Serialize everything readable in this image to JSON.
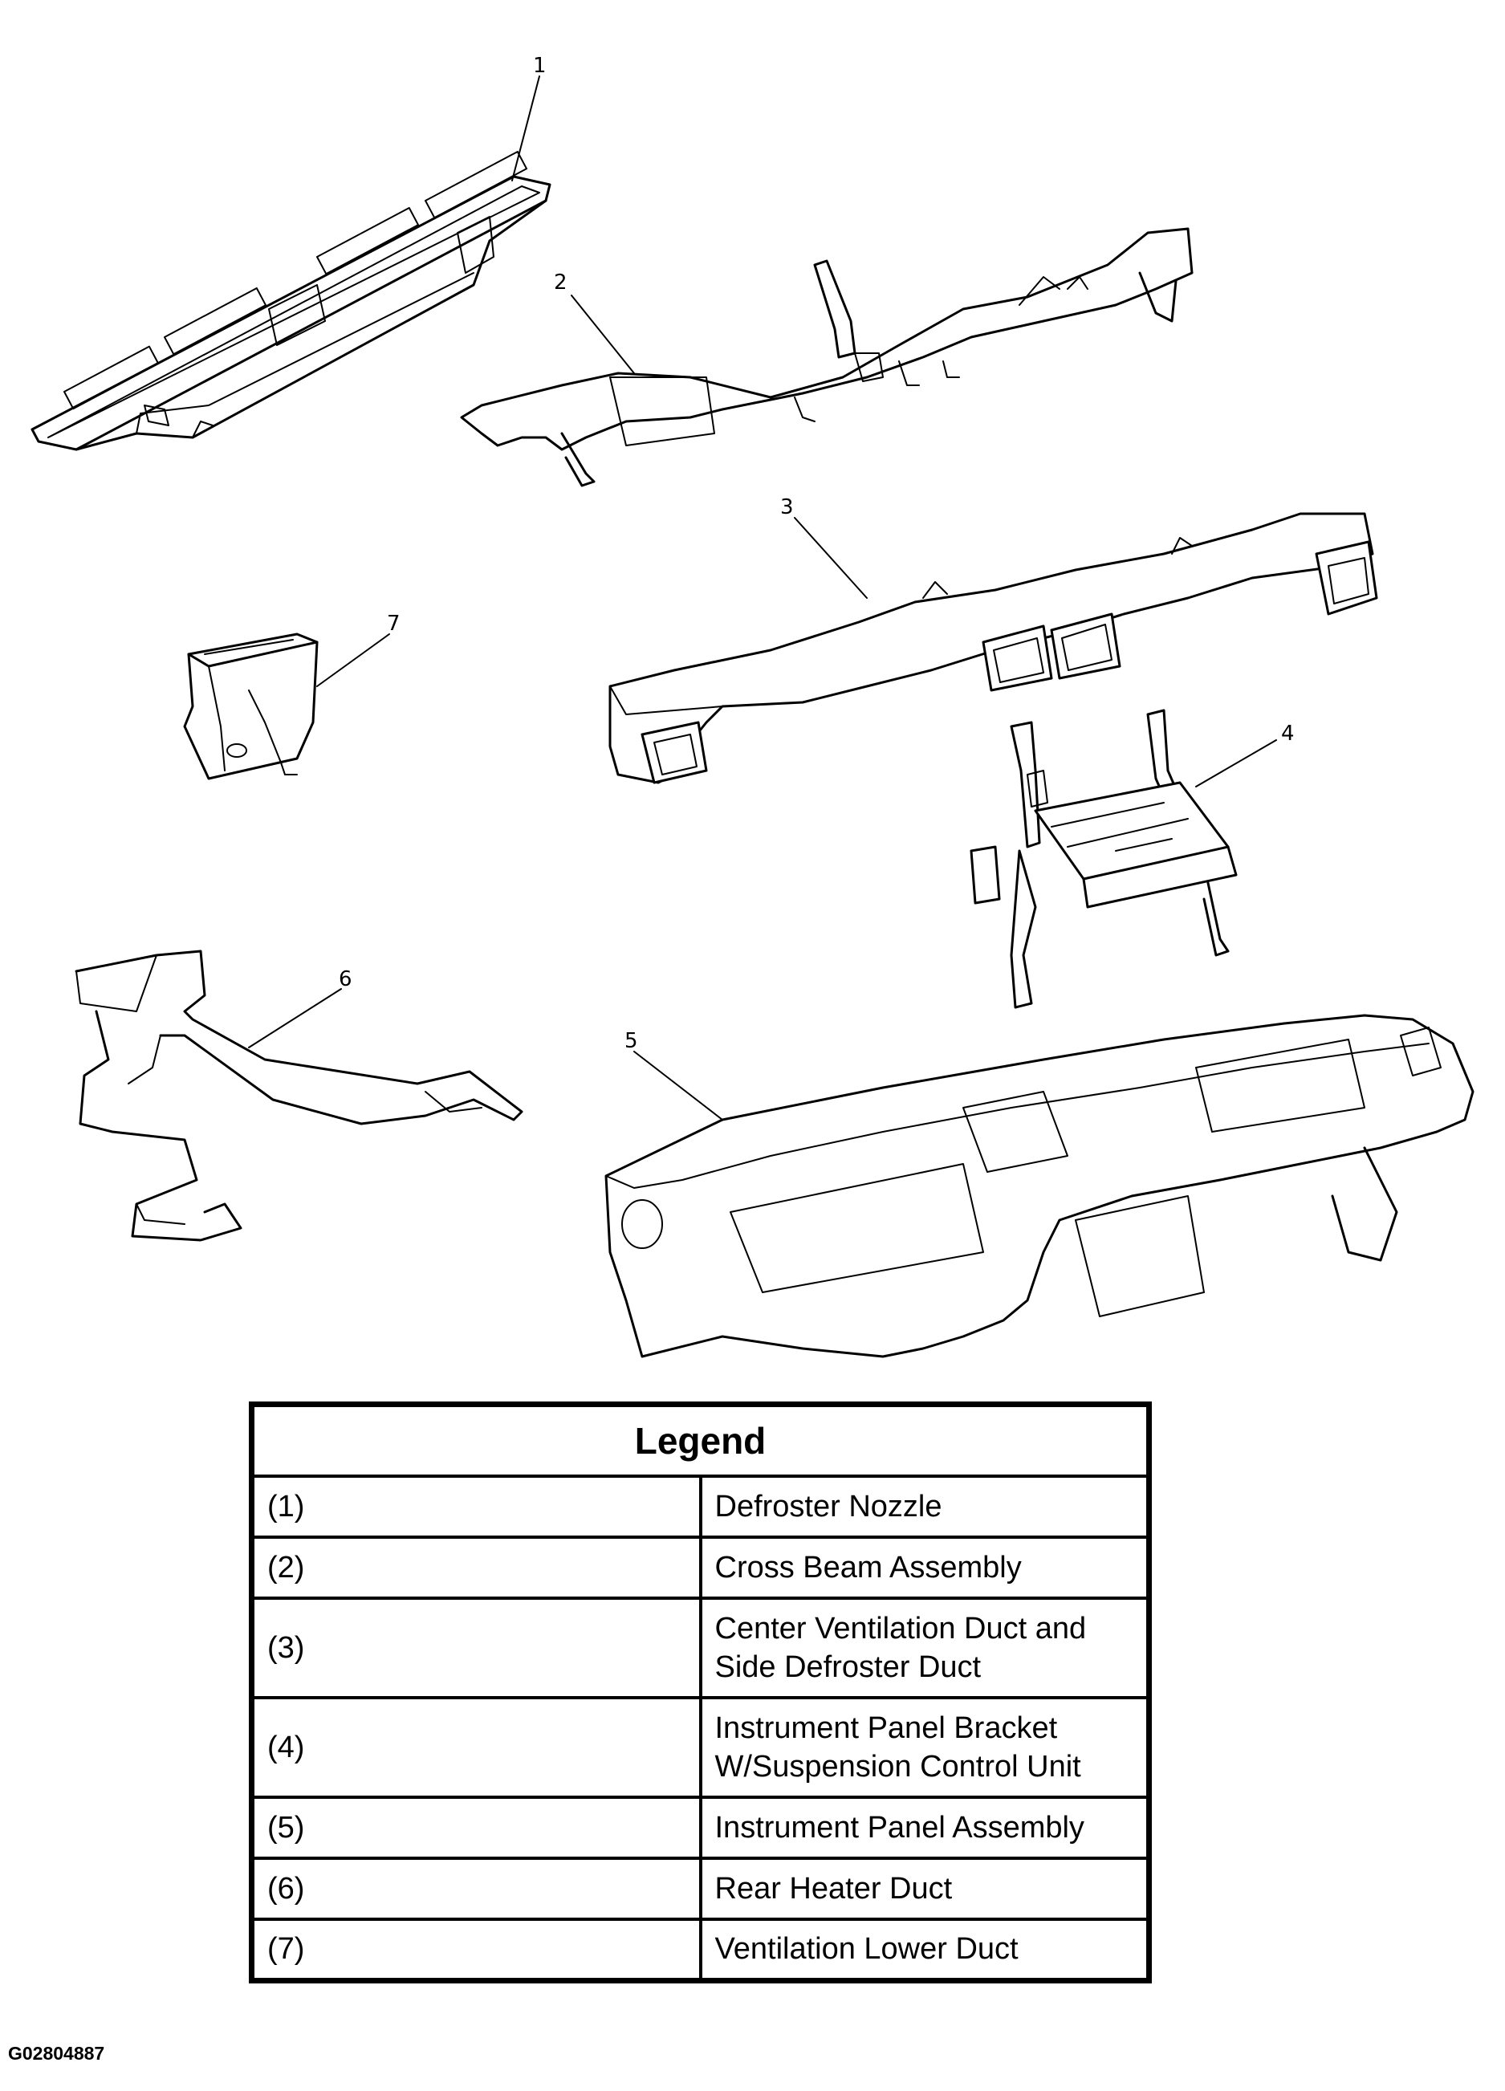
{
  "callouts": [
    "1",
    "2",
    "3",
    "4",
    "5",
    "6",
    "7"
  ],
  "legend": {
    "title": "Legend",
    "rows": [
      {
        "num": "(1)",
        "label": "Defroster Nozzle"
      },
      {
        "num": "(2)",
        "label": "Cross Beam Assembly"
      },
      {
        "num": "(3)",
        "label": "Center Ventilation Duct and Side Defroster Duct"
      },
      {
        "num": "(4)",
        "label": "Instrument Panel Bracket W/Suspension Control Unit"
      },
      {
        "num": "(5)",
        "label": "Instrument Panel Assembly"
      },
      {
        "num": "(6)",
        "label": "Rear Heater Duct"
      },
      {
        "num": "(7)",
        "label": "Ventilation Lower Duct"
      }
    ]
  },
  "figure_id": "G02804887"
}
